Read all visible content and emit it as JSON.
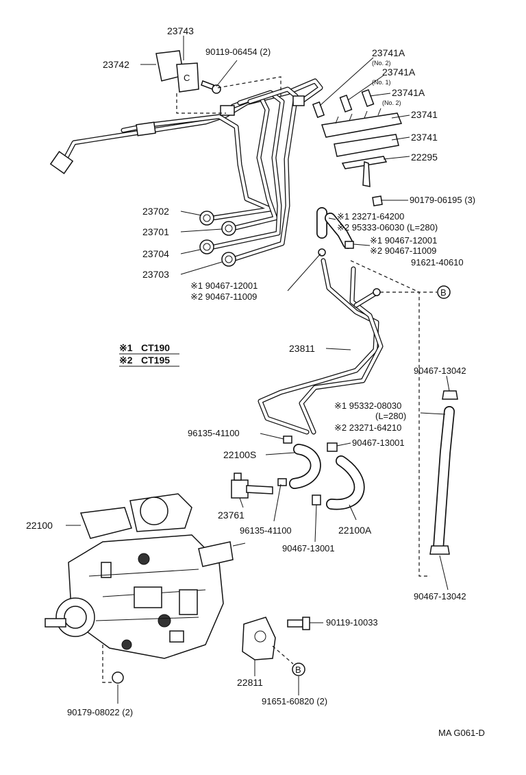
{
  "diagram": {
    "code": "MA G061-D",
    "legend": [
      {
        "mark": "※1",
        "model": "CT190"
      },
      {
        "mark": "※2",
        "model": "CT195"
      }
    ],
    "callouts": {
      "p23743": "23743",
      "p23742": "23742",
      "p90119_06454": "90119-06454 (2)",
      "p23741A_a": "23741A",
      "p23741A_a_note": "(No. 2)",
      "p23741A_b": "23741A",
      "p23741A_b_note": "(No. 1)",
      "p23741A_c": "23741A",
      "p23741A_c_note": "(No. 2)",
      "p23741_a": "23741",
      "p23741_b": "23741",
      "p22295": "22295",
      "p90179_06195": "90179-06195 (3)",
      "p23702": "23702",
      "p23701": "23701",
      "p23704": "23704",
      "p23703": "23703",
      "hose_top_1": "※1 23271-64200",
      "hose_top_2": "※2 95333-06030 (L=280)",
      "clip_top_1": "※1 90467-12001",
      "clip_top_2": "※2 90467-11009",
      "p91621_40610": "91621-40610",
      "clip_left_1": "※1 90467-12001",
      "clip_left_2": "※2 90467-11009",
      "p23811": "23811",
      "p90467_13042_top": "90467-13042",
      "hose_mid_1": "※1 95332-08030",
      "hose_mid_1b": "(L=280)",
      "hose_mid_2": "※2 23271-64210",
      "p96135_41100_top": "96135-41100",
      "p90467_13001_top": "90467-13001",
      "p22100S": "22100S",
      "p22100": "22100",
      "p23761": "23761",
      "p96135_41100_bot": "96135-41100",
      "p90467_13001_bot": "90467-13001",
      "p22100A": "22100A",
      "p90467_13042_bot": "90467-13042",
      "p90119_10033": "90119-10033",
      "p22811": "22811",
      "p91651_60820": "91651-60820 (2)",
      "p90179_08022": "90179-08022 (2)",
      "ref_b": "B"
    }
  }
}
